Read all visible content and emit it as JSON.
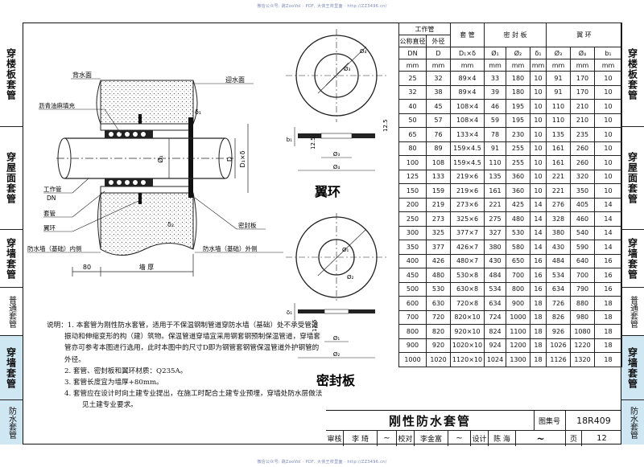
{
  "watermark_top": "微信公众号: 跳ZooVol · PDF, 大侠王校里面 · http://ZZ3496.cn/",
  "watermark_bottom": "微信公众号: 跳ZooVol · PDF, 大侠王校里面 · http://ZZ3496.cn/",
  "left_sidebar": [
    {
      "label": "穿楼板套管"
    },
    {
      "label": "穿屋面套管"
    },
    {
      "label": "穿墙套管"
    },
    {
      "label": "普通套管"
    },
    {
      "label": "穿墙套管"
    },
    {
      "label": "防水套管"
    }
  ],
  "right_sidebar": [
    {
      "label": "穿楼板套管"
    },
    {
      "label": "穿屋面套管"
    },
    {
      "label": "穿墙套管"
    },
    {
      "label": "普通套管"
    },
    {
      "label": "穿墙套管"
    },
    {
      "label": "防水套管"
    }
  ],
  "section_drawing": {
    "labels": {
      "back_face": "背水面",
      "front_face": "迎水面",
      "asphalt": "沥青油麻填充",
      "work_pipe": "工作管",
      "dn": "DN",
      "sleeve": "套管",
      "wing_ring": "翼环",
      "seal_plate": "密封板",
      "wall_inner": "防水墙（基础）内侧",
      "wall_outer": "防水墙（基础）外侧",
      "dim_80": "80",
      "wall_thickness": "墙  厚",
      "d": "D",
      "d1": "D₁×δ",
      "phi1": "Ø₁",
      "delta1": "δ₁",
      "delta2": "δ₂"
    }
  },
  "wing_ring_drawing": {
    "title": "翼环",
    "labels": {
      "phi3": "Ø₃",
      "phi4": "Ø₄",
      "dim": "12.5",
      "b1": "b₁",
      "phi4b": "Ø₄",
      "phi3b": "Ø₃"
    }
  },
  "seal_plate_drawing": {
    "title": "密封板",
    "labels": {
      "phi1": "Ø₁",
      "phi2": "Ø₂",
      "dim": "12.5",
      "delta1": "δ₁",
      "phi1b": "Ø₁",
      "phi2b": "Ø₂"
    }
  },
  "table": {
    "group_headers": {
      "work_pipe": "工作管",
      "sleeve": "套 管",
      "seal_plate": "密  封  板",
      "wing_ring": "翼    环"
    },
    "sub_headers": {
      "nominal": "公称直径",
      "outer": "外径"
    },
    "columns": [
      "DN",
      "D",
      "D₁×δ",
      "Ø₁",
      "Ø₂",
      "δ₁",
      "Ø₃",
      "Ø₄",
      "b₁"
    ],
    "units": [
      "mm",
      "mm",
      "mm",
      "mm",
      "mm",
      "mm",
      "mm",
      "mm",
      "mm"
    ],
    "rows": [
      [
        "25",
        "32",
        "89×4",
        "33",
        "180",
        "10",
        "91",
        "170",
        "10"
      ],
      [
        "32",
        "38",
        "89×4",
        "39",
        "180",
        "10",
        "91",
        "170",
        "10"
      ],
      [
        "40",
        "45",
        "108×4",
        "46",
        "195",
        "10",
        "110",
        "210",
        "10"
      ],
      [
        "50",
        "57",
        "108×4",
        "59",
        "195",
        "10",
        "110",
        "210",
        "10"
      ],
      [
        "65",
        "76",
        "133×4",
        "78",
        "230",
        "10",
        "135",
        "235",
        "10"
      ],
      [
        "80",
        "89",
        "159×4.5",
        "91",
        "255",
        "10",
        "161",
        "260",
        "10"
      ],
      [
        "100",
        "108",
        "159×4.5",
        "110",
        "255",
        "10",
        "161",
        "260",
        "10"
      ],
      [
        "125",
        "133",
        "219×6",
        "135",
        "360",
        "10",
        "221",
        "320",
        "10"
      ],
      [
        "150",
        "159",
        "219×6",
        "161",
        "360",
        "10",
        "221",
        "350",
        "10"
      ],
      [
        "200",
        "219",
        "273×6",
        "221",
        "425",
        "14",
        "276",
        "405",
        "14"
      ],
      [
        "250",
        "273",
        "325×6",
        "275",
        "480",
        "14",
        "328",
        "460",
        "14"
      ],
      [
        "300",
        "325",
        "377×7",
        "327",
        "530",
        "14",
        "380",
        "540",
        "14"
      ],
      [
        "350",
        "377",
        "426×7",
        "380",
        "580",
        "14",
        "430",
        "590",
        "14"
      ],
      [
        "400",
        "426",
        "480×7",
        "430",
        "650",
        "16",
        "484",
        "640",
        "16"
      ],
      [
        "450",
        "480",
        "530×8",
        "484",
        "700",
        "16",
        "534",
        "700",
        "16"
      ],
      [
        "500",
        "530",
        "630×8",
        "534",
        "800",
        "16",
        "634",
        "790",
        "16"
      ],
      [
        "600",
        "630",
        "720×8",
        "634",
        "900",
        "18",
        "726",
        "880",
        "18"
      ],
      [
        "700",
        "720",
        "820×10",
        "724",
        "1000",
        "18",
        "826",
        "980",
        "18"
      ],
      [
        "800",
        "820",
        "920×10",
        "824",
        "1100",
        "18",
        "926",
        "1080",
        "18"
      ],
      [
        "900",
        "920",
        "1020×10",
        "924",
        "1200",
        "18",
        "1026",
        "1220",
        "18"
      ],
      [
        "1000",
        "1020",
        "1120×10",
        "1024",
        "1300",
        "18",
        "1126",
        "1320",
        "18"
      ]
    ]
  },
  "notes": {
    "heading": "说明：",
    "items": [
      "1. 本套管为刚性防水套管，适用于不保温钢制管道穿防水墙（基础）处不承受管道振动和伸缩变形的构（建）筑物。保温管道穿墙宜采用钢套钢预制保温管道，穿墙套管亦可参考本图进行选用，此时本图中的尺寸D即为钢管套钢管保温管道外护钢管的外径。",
      "2. 套管、密封板和翼环材质：Q235A。",
      "3. 套管长度宜为墙厚+80mm。",
      "4. 套管应在设计时向土建专业提出，在施工时配合土建专业预埋，穿墙处防水层做法见土建专业要求。"
    ]
  },
  "title_block": {
    "title": "刚性防水套管",
    "atlas_label": "图集号",
    "atlas_no": "18R409",
    "review_label": "审核",
    "review_name": "李  琦",
    "check_label": "校对",
    "check_name": "李金富",
    "design_label": "设计",
    "design_name": "陈  海",
    "page_label": "页",
    "page_no": "12"
  }
}
